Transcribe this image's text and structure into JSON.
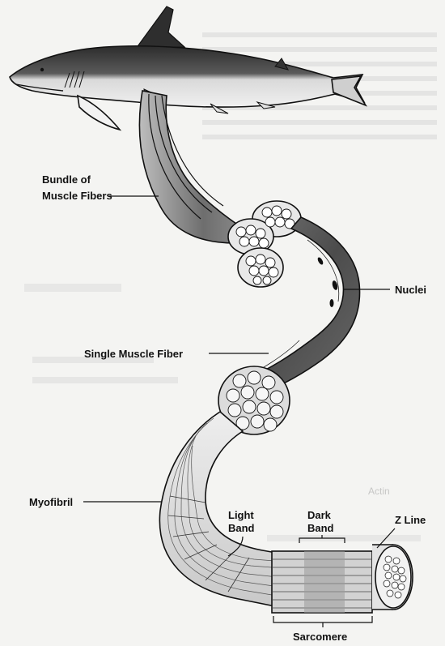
{
  "labels": {
    "bundle_line1": "Bundle of",
    "bundle_line2": "Muscle Fibers",
    "nuclei": "Nuclei",
    "single_fiber": "Single Muscle Fiber",
    "myofibril": "Myofibril",
    "light_band_line1": "Light",
    "light_band_line2": "Band",
    "dark_band_line1": "Dark",
    "dark_band_line2": "Band",
    "z_line": "Z Line",
    "sarcomere": "Sarcomere"
  },
  "bleed_through": {
    "actin": "Actin"
  },
  "colors": {
    "background": "#f4f4f2",
    "ink": "#111111",
    "shark_dark": "#3a3a3a",
    "shark_light": "#e8e8e8",
    "fiber_dark": "#5a5a5a",
    "fiber_mid": "#8c8c8c",
    "myofibril_light": "#dcdcdc"
  }
}
